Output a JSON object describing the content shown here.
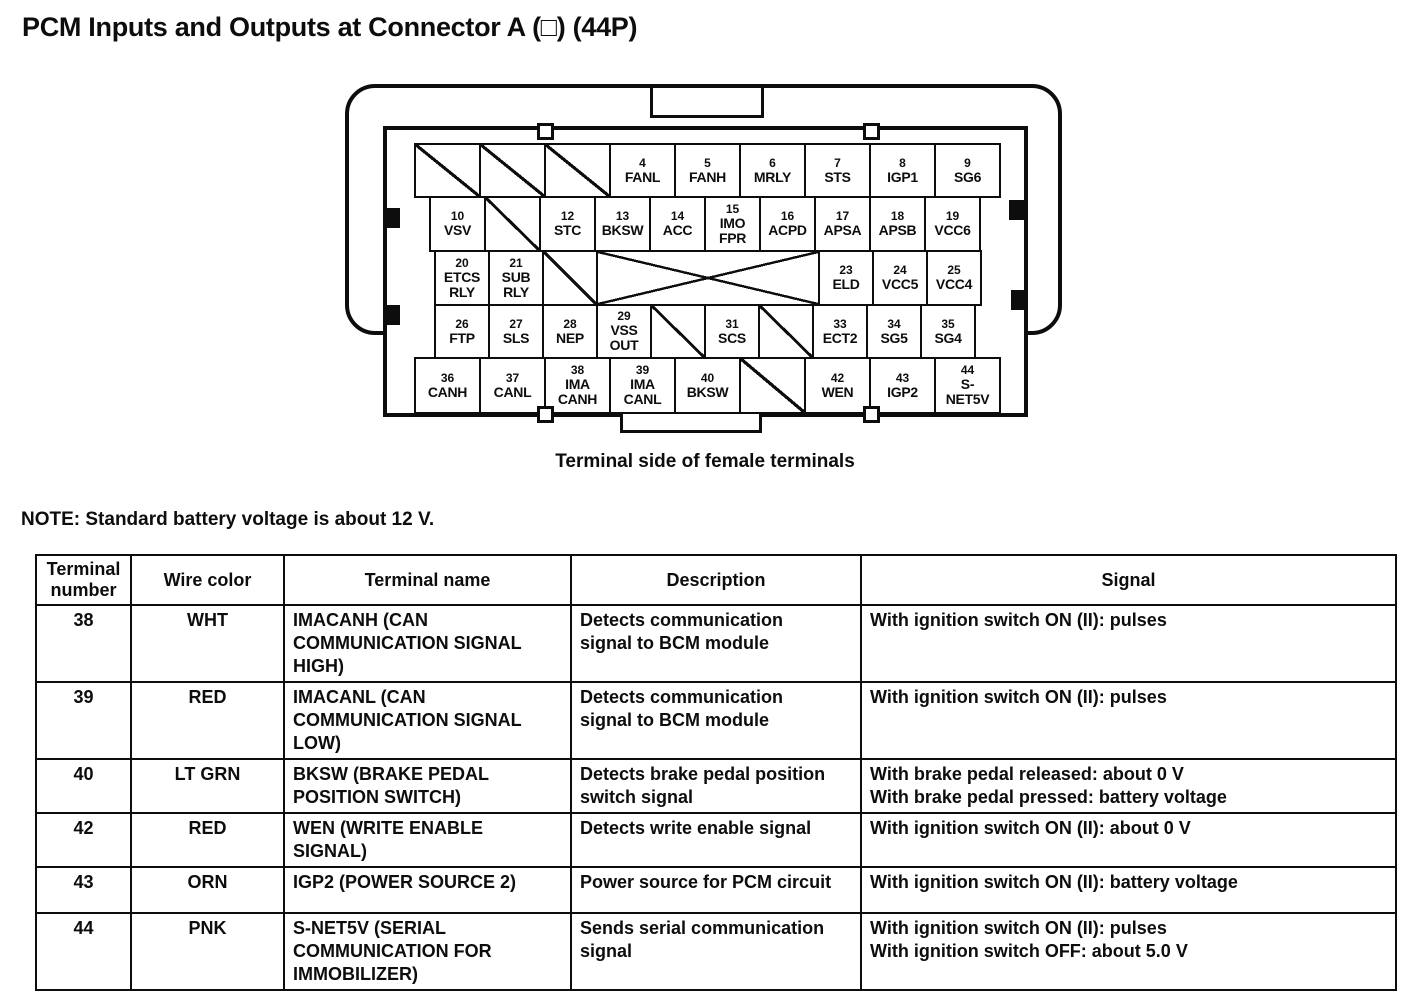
{
  "page": {
    "title": "PCM Inputs and Outputs at Connector A (□) (44P)",
    "caption": "Terminal side of female terminals",
    "note": "NOTE: Standard battery voltage is about 12 V."
  },
  "connector": {
    "rows": [
      {
        "cells": [
          {
            "type": "hatched"
          },
          {
            "type": "hatched"
          },
          {
            "type": "hatched"
          },
          {
            "type": "pin",
            "num": "4",
            "lines": [
              "FANL"
            ]
          },
          {
            "type": "pin",
            "num": "5",
            "lines": [
              "FANH"
            ]
          },
          {
            "type": "pin",
            "num": "6",
            "lines": [
              "MRLY"
            ]
          },
          {
            "type": "pin",
            "num": "7",
            "lines": [
              "STS"
            ]
          },
          {
            "type": "pin",
            "num": "8",
            "lines": [
              "IGP1"
            ]
          },
          {
            "type": "pin",
            "num": "9",
            "lines": [
              "SG6"
            ]
          }
        ]
      },
      {
        "cells": [
          {
            "type": "pin",
            "num": "10",
            "lines": [
              "VSV"
            ]
          },
          {
            "type": "hatched"
          },
          {
            "type": "pin",
            "num": "12",
            "lines": [
              "STC"
            ]
          },
          {
            "type": "pin",
            "num": "13",
            "lines": [
              "BKSW"
            ]
          },
          {
            "type": "pin",
            "num": "14",
            "lines": [
              "ACC"
            ]
          },
          {
            "type": "pin",
            "num": "15",
            "lines": [
              "IMO",
              "FPR"
            ]
          },
          {
            "type": "pin",
            "num": "16",
            "lines": [
              "ACPD"
            ]
          },
          {
            "type": "pin",
            "num": "17",
            "lines": [
              "APSA"
            ]
          },
          {
            "type": "pin",
            "num": "18",
            "lines": [
              "APSB"
            ]
          },
          {
            "type": "pin",
            "num": "19",
            "lines": [
              "VCC6"
            ]
          }
        ]
      },
      {
        "cells": [
          {
            "type": "pin",
            "num": "20",
            "lines": [
              "ETCS",
              "RLY"
            ]
          },
          {
            "type": "pin",
            "num": "21",
            "lines": [
              "SUB",
              "RLY"
            ]
          },
          {
            "type": "hatched"
          },
          {
            "type": "crossed",
            "span": 4
          },
          {
            "type": "pin",
            "num": "23",
            "lines": [
              "ELD"
            ]
          },
          {
            "type": "pin",
            "num": "24",
            "lines": [
              "VCC5"
            ]
          },
          {
            "type": "pin",
            "num": "25",
            "lines": [
              "VCC4"
            ]
          }
        ]
      },
      {
        "cells": [
          {
            "type": "pin",
            "num": "26",
            "lines": [
              "FTP"
            ]
          },
          {
            "type": "pin",
            "num": "27",
            "lines": [
              "SLS"
            ]
          },
          {
            "type": "pin",
            "num": "28",
            "lines": [
              "NEP"
            ]
          },
          {
            "type": "pin",
            "num": "29",
            "lines": [
              "VSS",
              "OUT"
            ]
          },
          {
            "type": "hatched"
          },
          {
            "type": "pin",
            "num": "31",
            "lines": [
              "SCS"
            ]
          },
          {
            "type": "hatched"
          },
          {
            "type": "pin",
            "num": "33",
            "lines": [
              "ECT2"
            ]
          },
          {
            "type": "pin",
            "num": "34",
            "lines": [
              "SG5"
            ]
          },
          {
            "type": "pin",
            "num": "35",
            "lines": [
              "SG4"
            ]
          }
        ]
      },
      {
        "cells": [
          {
            "type": "pin",
            "num": "36",
            "lines": [
              "CANH"
            ]
          },
          {
            "type": "pin",
            "num": "37",
            "lines": [
              "CANL"
            ]
          },
          {
            "type": "pin",
            "num": "38",
            "lines": [
              "IMA",
              "CANH"
            ]
          },
          {
            "type": "pin",
            "num": "39",
            "lines": [
              "IMA",
              "CANL"
            ]
          },
          {
            "type": "pin",
            "num": "40",
            "lines": [
              "BKSW"
            ]
          },
          {
            "type": "hatched"
          },
          {
            "type": "pin",
            "num": "42",
            "lines": [
              "WEN"
            ]
          },
          {
            "type": "pin",
            "num": "43",
            "lines": [
              "IGP2"
            ]
          },
          {
            "type": "pin",
            "num": "44",
            "lines": [
              "S-",
              "NET5V"
            ]
          }
        ]
      }
    ]
  },
  "table": {
    "headers": [
      "Terminal number",
      "Wire color",
      "Terminal name",
      "Description",
      "Signal"
    ],
    "rows": [
      {
        "terminal": "38",
        "wire_color": "WHT",
        "terminal_name": "IMACANH (CAN COMMUNICATION SIGNAL HIGH)",
        "description": "Detects communication signal to BCM module",
        "signal": [
          "With ignition switch ON (II): pulses"
        ]
      },
      {
        "terminal": "39",
        "wire_color": "RED",
        "terminal_name": "IMACANL (CAN COMMUNICATION SIGNAL LOW)",
        "description": "Detects communication signal to BCM module",
        "signal": [
          "With ignition switch ON (II): pulses"
        ]
      },
      {
        "terminal": "40",
        "wire_color": "LT GRN",
        "terminal_name": "BKSW (BRAKE PEDAL POSITION SWITCH)",
        "description": "Detects brake pedal position switch signal",
        "signal": [
          "With brake pedal released: about 0 V",
          "With brake pedal pressed: battery voltage"
        ]
      },
      {
        "terminal": "42",
        "wire_color": "RED",
        "terminal_name": "WEN (WRITE ENABLE SIGNAL)",
        "description": "Detects write enable signal",
        "signal": [
          "With ignition switch ON (II): about 0 V"
        ]
      },
      {
        "terminal": "43",
        "wire_color": "ORN",
        "terminal_name": "IGP2 (POWER SOURCE 2)",
        "description": "Power source for PCM circuit",
        "signal": [
          "With ignition switch ON (II): battery voltage"
        ]
      },
      {
        "terminal": "44",
        "wire_color": "PNK",
        "terminal_name": "S-NET5V (SERIAL COMMUNICATION FOR IMMOBILIZER)",
        "description": "Sends serial communication signal",
        "signal": [
          "With ignition switch ON (II): pulses",
          "With ignition switch OFF: about 5.0 V"
        ]
      }
    ]
  }
}
